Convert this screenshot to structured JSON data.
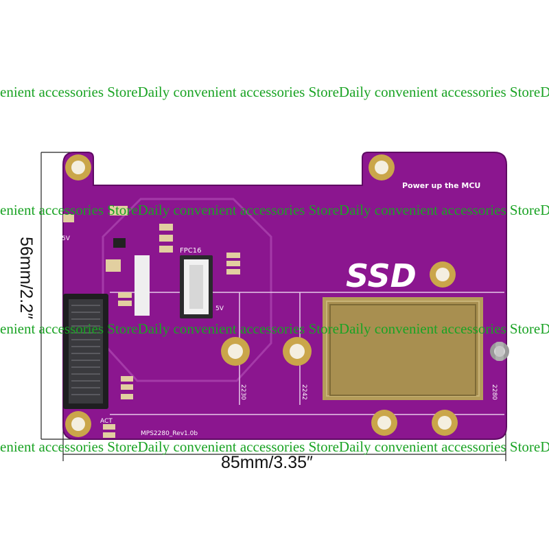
{
  "watermark": {
    "text": "enient accessories StoreDaily convenient accessories StoreDaily convenient accessories StoreDaily convenient"
  },
  "dimensions": {
    "width_label": "85mm/3.35″",
    "height_label": "56mm/2.2″"
  },
  "board": {
    "color": "#8b168f",
    "title_label": "SSD",
    "mcu_label": "Power up the MCU",
    "connector_label": "FPC16",
    "revision_label": "MPS2280_Rev1.0b",
    "voltage_label_1": "5V",
    "voltage_label_2": "5V",
    "act_label": "ACT",
    "slot_labels": [
      "2230",
      "2242",
      "2280"
    ]
  },
  "icons": [
    "mounting-hole-icon",
    "screw-icon"
  ]
}
